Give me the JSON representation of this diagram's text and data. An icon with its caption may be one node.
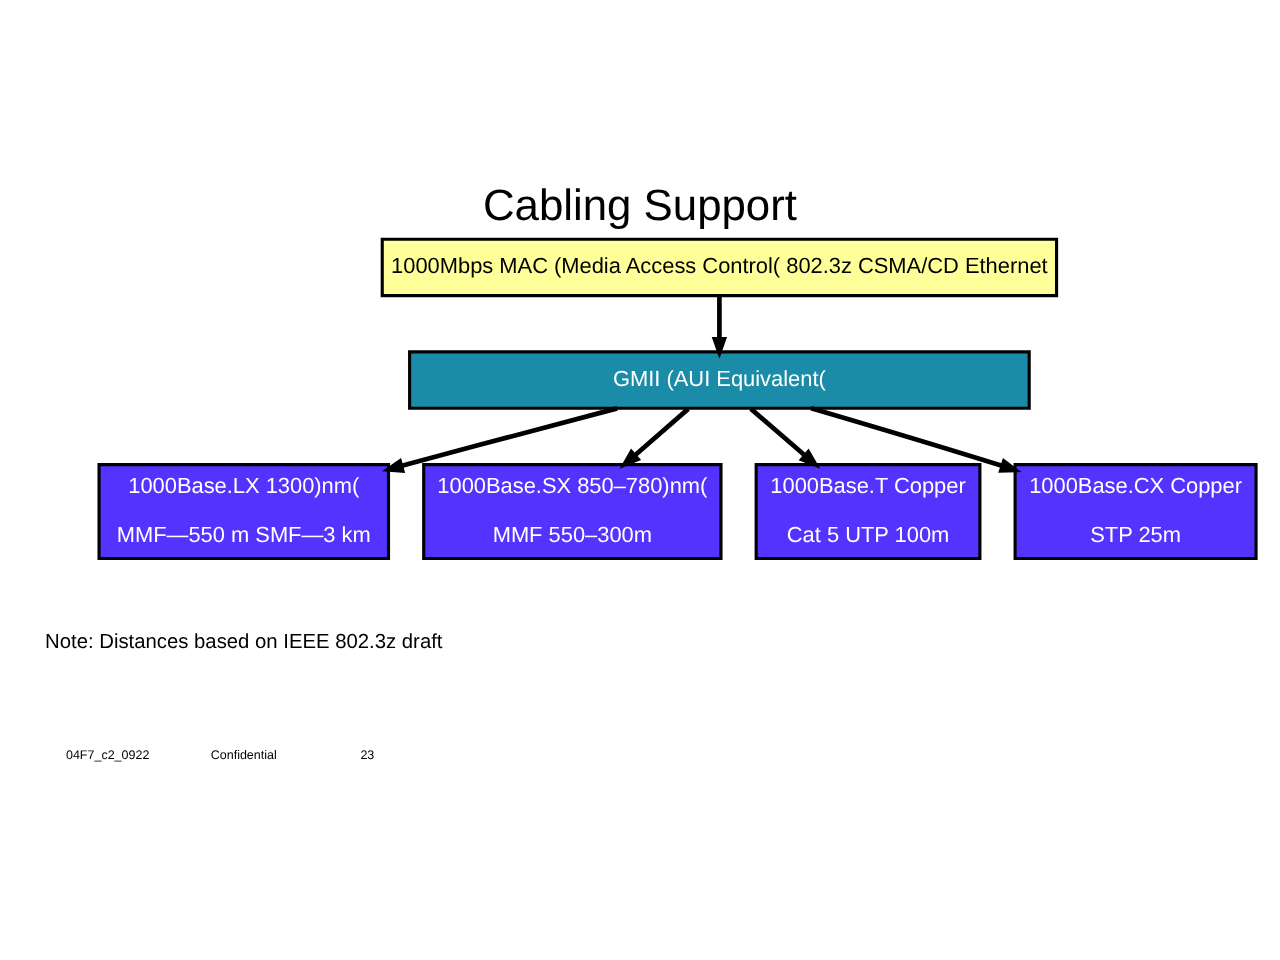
{
  "diagram": {
    "title": "Cabling Support",
    "nodes": [
      {
        "text": [
          "1000Mbps MAC (Media Access Control( 802.3z CSMA/CD Ethernet"
        ]
      },
      {
        "text": [
          "GMII (AUI Equivalent("
        ]
      },
      {
        "text": [
          "1000Base.LX 1300)nm(",
          "MMF—550 m SMF—3 km"
        ]
      },
      {
        "text": [
          "1000Base.SX 850–780)nm(",
          "MMF 550–300m"
        ]
      },
      {
        "text": [
          "1000Base.T Copper",
          "Cat 5 UTP 100m"
        ]
      },
      {
        "text": [
          "1000Base.CX Copper",
          "STP 25m"
        ]
      }
    ],
    "edges": [
      {
        "from": 0,
        "to": 1,
        "arrow": "to"
      },
      {
        "from": 1,
        "to": 2,
        "arrow": "to"
      },
      {
        "from": 1,
        "to": 3,
        "arrow": "to"
      },
      {
        "from": 1,
        "to": 4,
        "arrow": "to"
      },
      {
        "from": 1,
        "to": 5,
        "arrow": "to"
      }
    ],
    "labels": [
      "Note: Distances based on IEEE 802.3z draft",
      "04F7_c2_0922",
      "Confidential",
      "23"
    ]
  }
}
